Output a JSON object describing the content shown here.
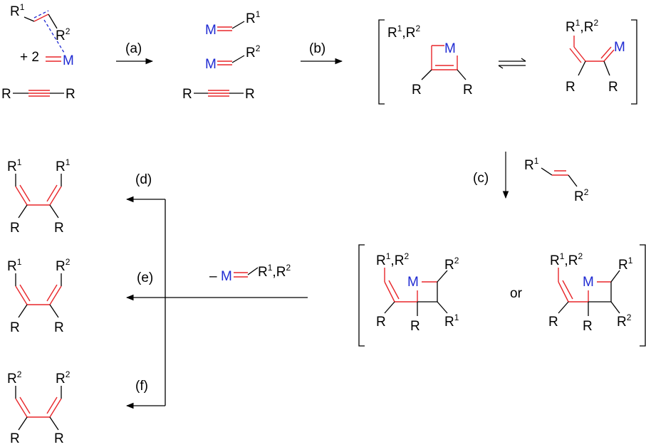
{
  "labels": {
    "R": "R",
    "R1": "R",
    "R2": "R",
    "sup1": "1",
    "sup2": "2",
    "M": "M",
    "comma": ",",
    "plus2": "+ 2",
    "minus": "–",
    "or": "or"
  },
  "steps": {
    "a": "(a)",
    "b": "(b)",
    "c": "(c)",
    "d": "(d)",
    "e": "(e)",
    "f": "(f)"
  },
  "colors": {
    "red_bond": "#e8262a",
    "metal_blue": "#1f2ad2",
    "black": "#000000"
  }
}
